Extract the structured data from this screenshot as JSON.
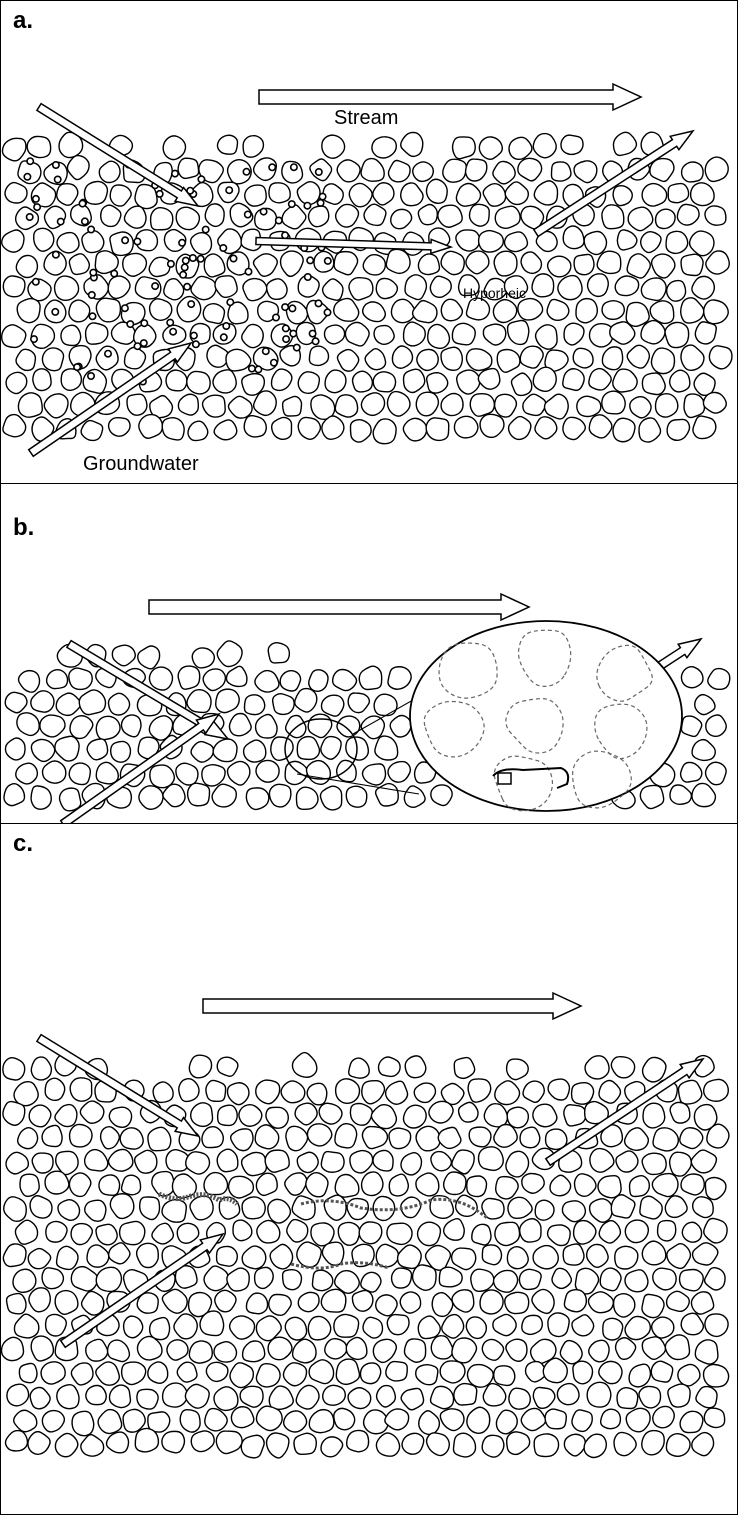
{
  "panels": [
    {
      "id": "a",
      "letter": "a.",
      "labels": {
        "stream": "Stream",
        "hyporheic": "Hyporheic",
        "groundwater": "Groundwater"
      }
    },
    {
      "id": "b",
      "letter": "b."
    },
    {
      "id": "c",
      "letter": "c."
    }
  ],
  "colors": {
    "ink": "#000000",
    "background": "#ffffff",
    "biofilm": "#555555",
    "inset_dash": "#666666"
  }
}
